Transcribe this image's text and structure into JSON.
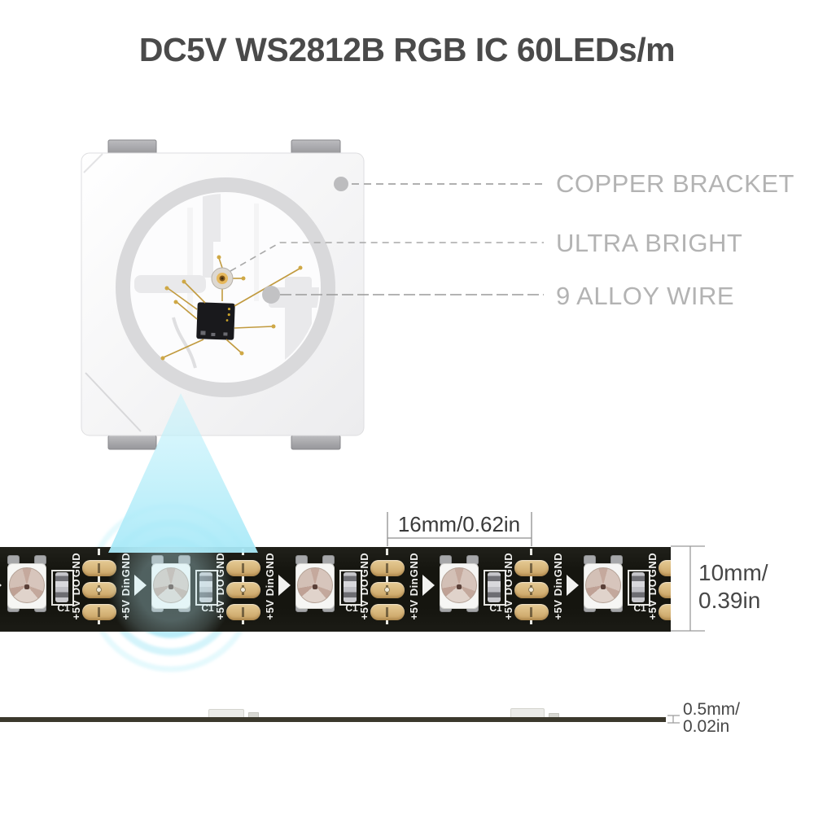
{
  "title": "DC5V WS2812B RGB IC 60LEDs/m",
  "callouts": {
    "copper_bracket": "COPPER BRACKET",
    "ultra_bright": "ULTRA BRIGHT",
    "alloy_wire": "9 ALLOY WIRE"
  },
  "dimensions": {
    "led_pitch": "16mm/0.62in",
    "strip_width_l1": "10mm/",
    "strip_width_l2": "0.39in",
    "thickness_l1": "0.5mm/",
    "thickness_l2": "0.02in"
  },
  "strip": {
    "visible_led_count": 5,
    "labels": {
      "gnd": "GND",
      "data_out": "DO",
      "data_in": "Din",
      "power": "+5V",
      "capacitor": "C1"
    }
  },
  "colors": {
    "accent_cyan": "#aee9f7",
    "pcb_black": "#15150f",
    "pad_gold": "#d7b27a",
    "callout_gray": "#b3b3b3",
    "title_gray": "#4a4a4a",
    "side_view_bar": "#3b382c"
  }
}
